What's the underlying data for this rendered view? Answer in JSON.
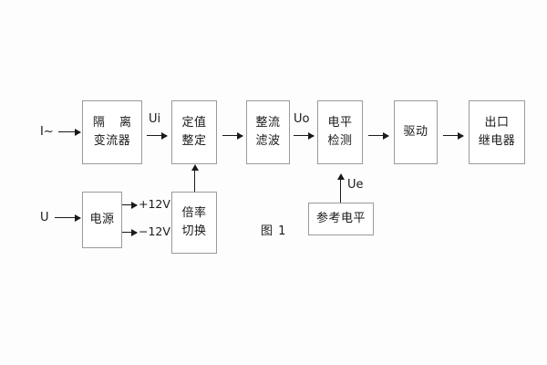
{
  "figure": {
    "caption": "图 1",
    "accent_color": "#1a1a1a",
    "border_color": "#9a9a9a",
    "background": "#fdfdfd"
  },
  "inputs": {
    "current": "I~",
    "voltage": "U"
  },
  "signals": {
    "ui": "Ui",
    "uo": "Uo",
    "ue": "Ue"
  },
  "power_rails": {
    "positive": "+12V",
    "negative": "−12V"
  },
  "blocks": {
    "isolation": {
      "line1": "隔 离",
      "line2": "变流器"
    },
    "setting": {
      "line1": "定值",
      "line2": "整定"
    },
    "rectify": {
      "line1": "整流",
      "line2": "滤波"
    },
    "level_detect": {
      "line1": "电平",
      "line2": "检测"
    },
    "drive": {
      "line1": "驱动"
    },
    "output_relay": {
      "line1": "出口",
      "line2": "继电器"
    },
    "power_supply": {
      "line1": "电源"
    },
    "multiplier_switch": {
      "line1": "倍率",
      "line2": "切换"
    },
    "reference_level": {
      "line1": "参考电平"
    }
  }
}
